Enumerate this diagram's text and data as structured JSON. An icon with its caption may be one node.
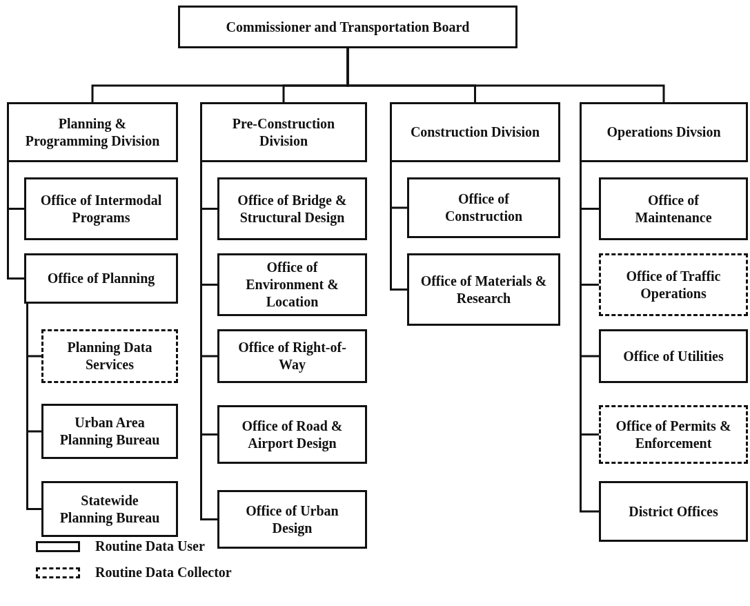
{
  "diagram": {
    "nodes": [
      {
        "text": [
          "Commissioner and Transportation Board"
        ]
      },
      {
        "text": [
          "Planning & Programming Division"
        ]
      },
      {
        "text": [
          "Office of Intermodal Programs"
        ]
      },
      {
        "text": [
          "Office of Planning"
        ]
      },
      {
        "text": [
          "Planning Data Services"
        ]
      },
      {
        "text": [
          "Urban Area Planning Bureau"
        ]
      },
      {
        "text": [
          "Statewide Planning Bureau"
        ]
      },
      {
        "text": [
          "Pre-Construction Division"
        ]
      },
      {
        "text": [
          "Office of Bridge & Structural Design"
        ]
      },
      {
        "text": [
          "Office of Environment & Location"
        ]
      },
      {
        "text": [
          "Office of Right-of-Way"
        ]
      },
      {
        "text": [
          "Office of Road & Airport Design"
        ]
      },
      {
        "text": [
          "Office of Urban Design"
        ]
      },
      {
        "text": [
          "Construction Division"
        ]
      },
      {
        "text": [
          "Office of Construction"
        ]
      },
      {
        "text": [
          "Office of Materials & Research"
        ]
      },
      {
        "text": [
          "Operations Divsion"
        ]
      },
      {
        "text": [
          "Office of Maintenance"
        ]
      },
      {
        "text": [
          "Office of Traffic Operations"
        ]
      },
      {
        "text": [
          "Office of Utilities"
        ]
      },
      {
        "text": [
          "Office of Permits & Enforcement"
        ]
      },
      {
        "text": [
          "District Offices"
        ]
      }
    ],
    "edges": [
      {
        "from": 0,
        "to": 1,
        "arrow": "none"
      },
      {
        "from": 0,
        "to": 7,
        "arrow": "none"
      },
      {
        "from": 0,
        "to": 13,
        "arrow": "none"
      },
      {
        "from": 0,
        "to": 16,
        "arrow": "none"
      },
      {
        "from": 1,
        "to": 2,
        "arrow": "none"
      },
      {
        "from": 1,
        "to": 3,
        "arrow": "none"
      },
      {
        "from": 3,
        "to": 4,
        "arrow": "none"
      },
      {
        "from": 3,
        "to": 5,
        "arrow": "none"
      },
      {
        "from": 3,
        "to": 6,
        "arrow": "none"
      },
      {
        "from": 7,
        "to": 8,
        "arrow": "none"
      },
      {
        "from": 7,
        "to": 9,
        "arrow": "none"
      },
      {
        "from": 7,
        "to": 10,
        "arrow": "none"
      },
      {
        "from": 7,
        "to": 11,
        "arrow": "none"
      },
      {
        "from": 7,
        "to": 12,
        "arrow": "none"
      },
      {
        "from": 13,
        "to": 14,
        "arrow": "none"
      },
      {
        "from": 13,
        "to": 15,
        "arrow": "none"
      },
      {
        "from": 16,
        "to": 17,
        "arrow": "none"
      },
      {
        "from": 16,
        "to": 18,
        "arrow": "none"
      },
      {
        "from": 16,
        "to": 19,
        "arrow": "none"
      },
      {
        "from": 16,
        "to": 20,
        "arrow": "none"
      },
      {
        "from": 16,
        "to": 21,
        "arrow": "none"
      }
    ],
    "legend": [
      {
        "text": "Routine Data User"
      },
      {
        "text": "Routine Data Collector"
      }
    ]
  }
}
